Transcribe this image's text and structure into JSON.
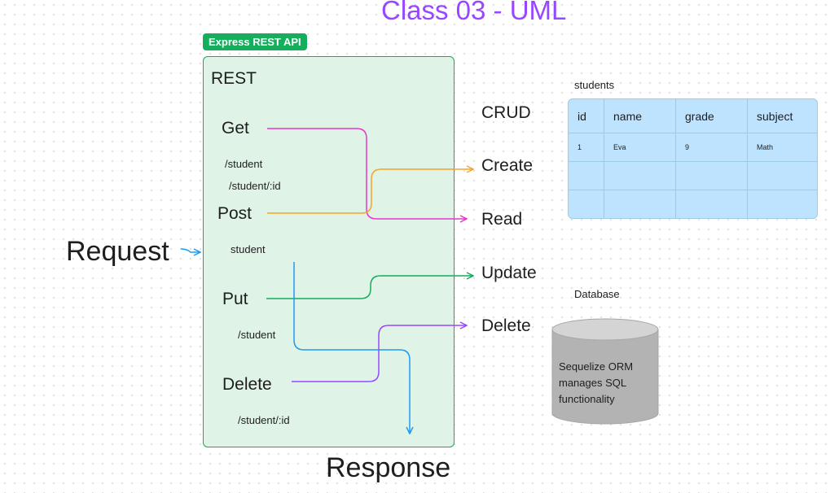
{
  "title": "Class 03 - UML",
  "api": {
    "badge": "Express REST API",
    "heading": "REST",
    "methods": {
      "get": {
        "label": "Get",
        "paths": [
          "/student",
          "/student/:id"
        ]
      },
      "post": {
        "label": "Post",
        "paths": [
          "student"
        ]
      },
      "put": {
        "label": "Put",
        "paths": [
          "/student"
        ]
      },
      "delete": {
        "label": "Delete",
        "paths": [
          "/student/:id"
        ]
      }
    }
  },
  "request_label": "Request",
  "response_label": "Response",
  "crud": {
    "heading": "CRUD",
    "items": [
      "Create",
      "Read",
      "Update",
      "Delete"
    ]
  },
  "students_table": {
    "caption": "students",
    "columns": [
      "id",
      "name",
      "grade",
      "subject"
    ],
    "rows": [
      [
        "1",
        "Eva",
        "9",
        "Math"
      ],
      [
        "",
        "",
        "",
        ""
      ],
      [
        "",
        "",
        "",
        ""
      ]
    ]
  },
  "database": {
    "caption": "Database",
    "label": "Sequelize ORM manages SQL functionality"
  },
  "colors": {
    "title": "#9747ff",
    "api_border": "#14ae5c",
    "api_fill": "#dff3e6",
    "get_arrow": "#e836c8",
    "post_arrow": "#f4a52b",
    "put_arrow": "#14ae5c",
    "delete_arrow": "#9747ff",
    "request_arrow": "#1e9af0",
    "table_fill": "#bde3ff",
    "db_fill": "#b3b3b3"
  }
}
